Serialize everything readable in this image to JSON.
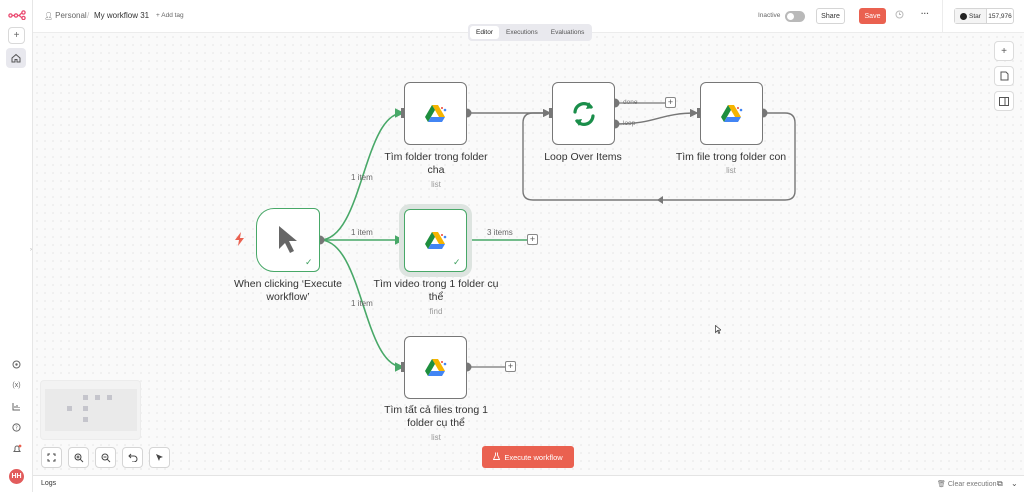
{
  "header": {
    "project": "Personal",
    "workflow_name": "My workflow 31",
    "add_tag": "+ Add tag",
    "status": "Inactive",
    "share": "Share",
    "save": "Save",
    "github_star": "Star",
    "github_count": "157,976"
  },
  "tabs": [
    {
      "label": "Editor",
      "active": true
    },
    {
      "label": "Executions",
      "active": false
    },
    {
      "label": "Evaluations",
      "active": false
    }
  ],
  "nodes": {
    "trigger": {
      "label": "When clicking ‘Execute workflow’"
    },
    "folder_cha": {
      "label": "Tìm folder trong folder cha",
      "sub": "list"
    },
    "video": {
      "label": "Tìm video trong 1 folder cụ thể",
      "sub": "find"
    },
    "files": {
      "label": "Tìm tất cả files trong 1 folder cụ thể",
      "sub": "list"
    },
    "loop": {
      "label": "Loop Over Items"
    },
    "file_con": {
      "label": "Tìm file trong folder con",
      "sub": "list"
    }
  },
  "edges": {
    "to_folder_cha": "1 item",
    "to_video": "1 item",
    "to_files": "1 item",
    "video_out": "3 items",
    "loop_done": "done",
    "loop_loop": "loop"
  },
  "footer": {
    "execute_button": "Execute workflow",
    "logs": "Logs",
    "clear_execution": "Clear execution"
  },
  "user": {
    "initials": "HH"
  },
  "colors": {
    "accent": "#ea6150",
    "success": "#48a868",
    "edge": "#777777"
  }
}
